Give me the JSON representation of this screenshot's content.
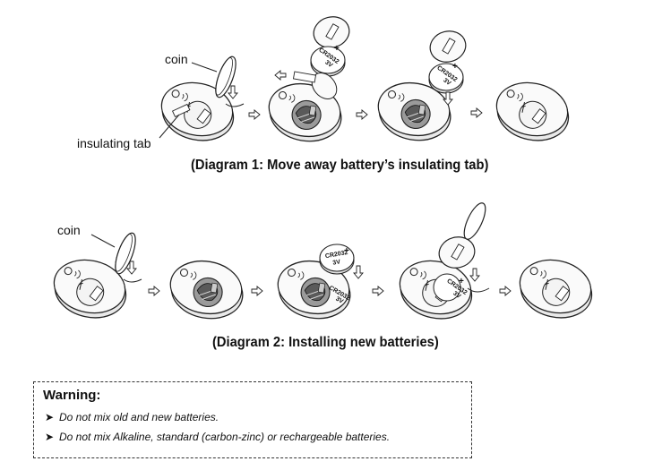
{
  "labels": {
    "coin_1": "coin",
    "insulating_tab": "insulating tab",
    "coin_2": "coin"
  },
  "battery_text": {
    "model": "CR2032",
    "voltage": "3V",
    "polarity": "+"
  },
  "captions": {
    "diagram1": "(Diagram 1: Move away battery’s insulating tab)",
    "diagram2": "(Diagram 2: Installing new batteries)"
  },
  "warning": {
    "title": "Warning:",
    "items": [
      "Do not mix old and new batteries.",
      "Do not mix Alkaline, standard (carbon-zinc) or rechargeable batteries."
    ]
  }
}
